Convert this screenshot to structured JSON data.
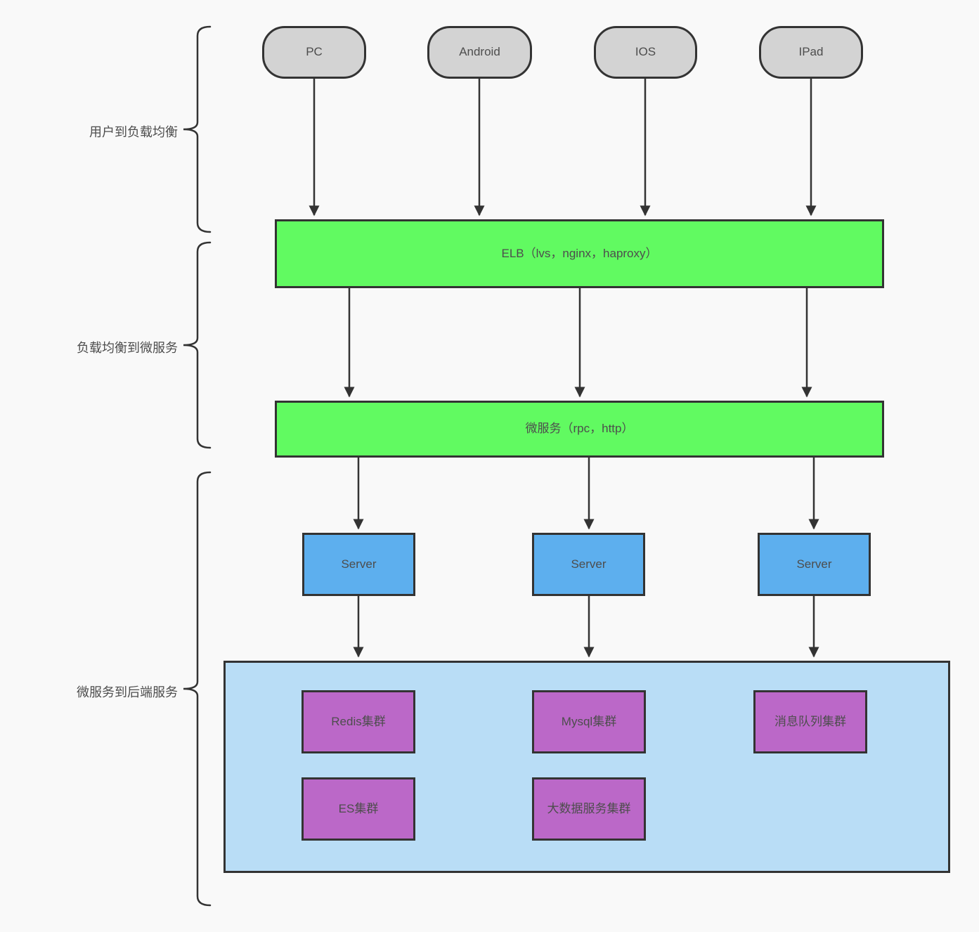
{
  "diagram": {
    "title": "microservice-architecture-diagram",
    "colors": {
      "background": "#f9f9f9",
      "stroke": "#333333",
      "text": "#4d4d4d",
      "client_fill": "#d3d3d3",
      "layer_fill": "#61fa61",
      "server_fill": "#5dafee",
      "backend_fill": "#b9ddf6",
      "cluster_fill": "#bb68c8"
    },
    "clients": {
      "items": [
        {
          "label": "PC"
        },
        {
          "label": "Android"
        },
        {
          "label": "IOS"
        },
        {
          "label": "IPad"
        }
      ]
    },
    "load_balancer": {
      "label": "ELB（lvs，nginx，haproxy）"
    },
    "microservice_layer": {
      "label": "微服务（rpc，http）"
    },
    "servers": {
      "items": [
        {
          "label": "Server"
        },
        {
          "label": "Server"
        },
        {
          "label": "Server"
        }
      ]
    },
    "backend": {
      "clusters": [
        {
          "label": "Redis集群"
        },
        {
          "label": "Mysql集群"
        },
        {
          "label": "消息队列集群"
        },
        {
          "label": "ES集群"
        },
        {
          "label": "大数据服务集群"
        }
      ]
    },
    "section_labels": [
      {
        "label": "用户到负载均衡"
      },
      {
        "label": "负载均衡到微服务"
      },
      {
        "label": "微服务到后端服务"
      }
    ]
  }
}
